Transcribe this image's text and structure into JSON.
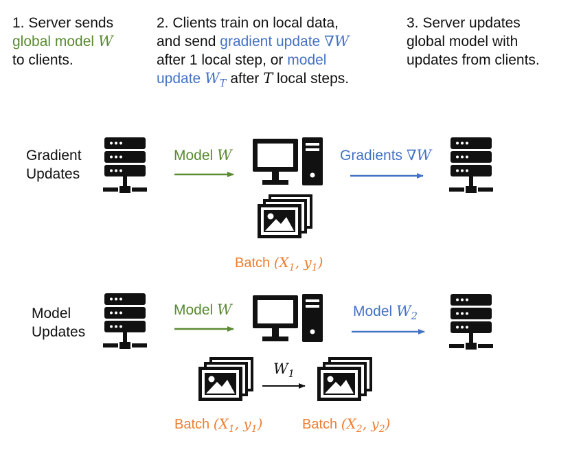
{
  "steps": {
    "s1": {
      "pre": "1. Server sends",
      "hl": "global model",
      "var": "W",
      "post": "to clients."
    },
    "s2": {
      "line1": "2. Clients train on local data,",
      "and_send": "and send",
      "hl1": "gradient update",
      "hl1_var": "∇W",
      "after1": "after 1 local step,  or",
      "hl2a": "model",
      "hl2b": "update",
      "hl2_var": "W",
      "hl2_sub": "T",
      "after2_pre": "after",
      "after2_var": "T",
      "after2_post": "local steps."
    },
    "s3": {
      "line1": "3. Server updates",
      "line2": "global model with",
      "line3": "updates from clients."
    }
  },
  "rows": {
    "gradient": {
      "label_line1": "Gradient",
      "label_line2": "Updates",
      "in_text": "Model",
      "in_var": "W",
      "out_text": "Gradients",
      "out_var": "∇W",
      "batch_text": "Batch",
      "batch_open": "(",
      "batch_x": "X",
      "batch_xsub": "1",
      "batch_y": "y",
      "batch_ysub": "1",
      "batch_close": ")"
    },
    "model": {
      "label_line1": "Model",
      "label_line2": "Updates",
      "in_text": "Model",
      "in_var": "W",
      "out_text": "Model",
      "out_var": "W",
      "out_sub": "2",
      "step_var": "W",
      "step_sub": "1",
      "batch1": {
        "text": "Batch",
        "x": "X",
        "xsub": "1",
        "y": "y",
        "ysub": "1"
      },
      "batch2": {
        "text": "Batch",
        "x": "X",
        "xsub": "2",
        "y": "y",
        "ysub": "2"
      }
    }
  },
  "colors": {
    "green": "#5a8a32",
    "blue": "#4472c4",
    "orange": "#ed7d31",
    "icon": "#111111"
  },
  "icons": {
    "server": "server-icon",
    "computer": "desktop-computer-icon",
    "images": "image-stack-icon"
  }
}
